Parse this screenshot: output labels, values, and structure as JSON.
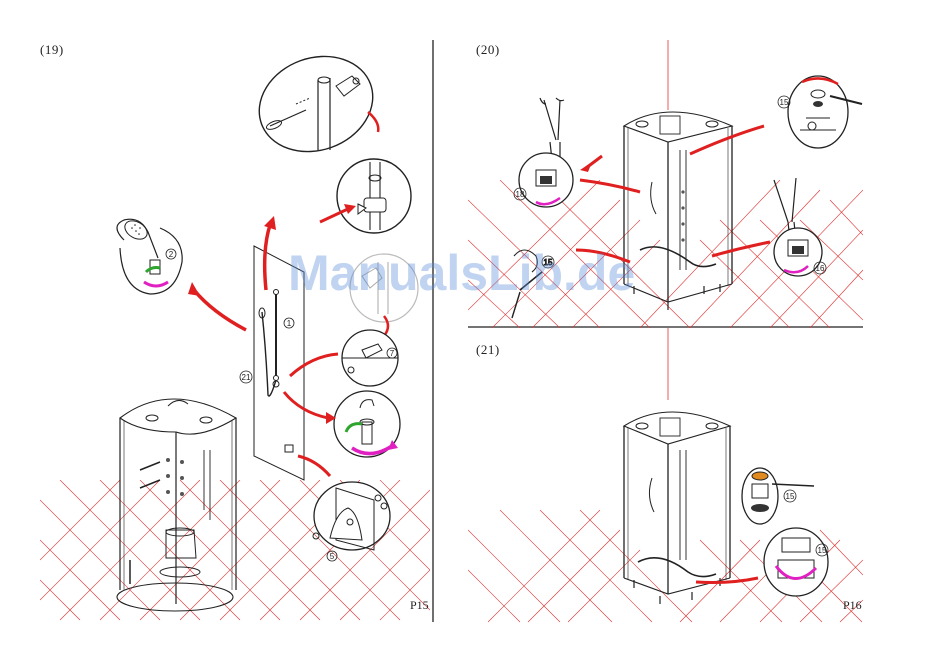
{
  "labels": {
    "step19": "(19)",
    "step20": "(20)",
    "step21": "(21)"
  },
  "pages": {
    "left": "P15",
    "right": "P16"
  },
  "watermark": "ManualsLib.de",
  "callouts": {
    "c1": "1",
    "c2": "2",
    "c5": "5",
    "c7": "7",
    "c15": "15",
    "c16": "16",
    "c18": "18",
    "c21": "21"
  },
  "colors": {
    "grid": "#e23030",
    "arrow_red": "#e02020",
    "arrow_green": "#2fa52f",
    "arrow_magenta": "#e020c0",
    "line": "#222222",
    "watermark": "#5a8cd7"
  }
}
